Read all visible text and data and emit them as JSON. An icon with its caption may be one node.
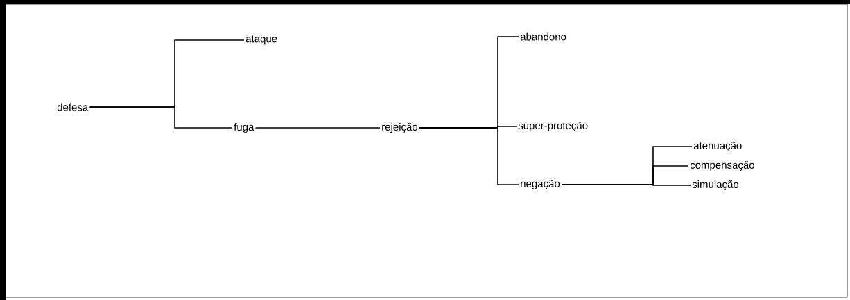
{
  "diagram": {
    "nodes": [
      {
        "text": [
          "defesa"
        ]
      },
      {
        "text": [
          "ataque"
        ]
      },
      {
        "text": [
          "fuga"
        ]
      },
      {
        "text": [
          "rejeição"
        ]
      },
      {
        "text": [
          "abandono"
        ]
      },
      {
        "text": [
          "super-proteção"
        ]
      },
      {
        "text": [
          "negação"
        ]
      },
      {
        "text": [
          "atenuação"
        ]
      },
      {
        "text": [
          "compensação"
        ]
      },
      {
        "text": [
          "simulação"
        ]
      }
    ],
    "edges": [
      {
        "from": 0,
        "to": 1,
        "arrow": "none"
      },
      {
        "from": 0,
        "to": 2,
        "arrow": "none"
      },
      {
        "from": 2,
        "to": 3,
        "arrow": "none"
      },
      {
        "from": 3,
        "to": 4,
        "arrow": "none"
      },
      {
        "from": 3,
        "to": 5,
        "arrow": "none"
      },
      {
        "from": 3,
        "to": 6,
        "arrow": "none"
      },
      {
        "from": 6,
        "to": 7,
        "arrow": "none"
      },
      {
        "from": 6,
        "to": 8,
        "arrow": "none"
      },
      {
        "from": 6,
        "to": 9,
        "arrow": "none"
      }
    ]
  }
}
